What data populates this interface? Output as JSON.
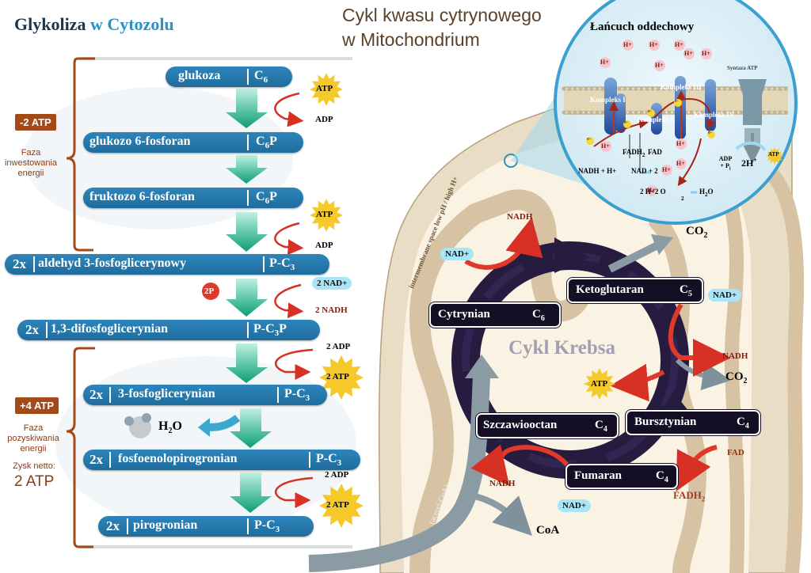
{
  "titles": {
    "glycolysis_prefix": "Glykoliza",
    "glycolysis_w": "w",
    "glycolysis_cytozol": "Cytozolu",
    "krebs_line1": "Cykl kwasu cytrynowego",
    "krebs_line2": "w  Mitochondrium"
  },
  "glycolysis": {
    "steps": [
      {
        "name": "glukoza",
        "formula": "C",
        "sub": "6",
        "suffix": ""
      },
      {
        "name": "glukozo 6-fosforan",
        "formula": "C",
        "sub": "6",
        "suffix": "P"
      },
      {
        "name": "fruktozo 6-fosforan",
        "formula": "C",
        "sub": "6",
        "suffix": "P"
      },
      {
        "mult": "2x",
        "name": "aldehyd 3-fosfoglicerynowy",
        "formula": "P-C",
        "sub": "3",
        "suffix": ""
      },
      {
        "mult": "2x",
        "name": "1,3-difosfoglicerynian",
        "formula": "P-C",
        "sub": "3",
        "suffix": "P"
      },
      {
        "mult": "2x",
        "name": "3-fosfoglicerynian",
        "formula": "P-C",
        "sub": "3",
        "suffix": ""
      },
      {
        "mult": "2x",
        "name": "fosfoenolopirogronian",
        "formula": "P-C",
        "sub": "3",
        "suffix": ""
      },
      {
        "mult": "2x",
        "name": "pirogronian",
        "formula": "P-C",
        "sub": "3",
        "suffix": ""
      }
    ],
    "invest": {
      "badge": "-2 ATP",
      "label_lines": [
        "Faza",
        "inwestowania",
        "energii"
      ]
    },
    "payoff": {
      "badge": "+4 ATP",
      "label_lines": [
        "Faza",
        "pozyskiwania",
        "energii"
      ],
      "net_label": "Zysk netto:",
      "net_value": "2 ATP"
    },
    "side": {
      "atp": "ATP",
      "adp": "ADP",
      "nad_2": "2 NAD+",
      "nadh_2": "2 NADH",
      "p2": "2P",
      "adp_2": "2 ADP",
      "atp_2": "2 ATP",
      "h2o_h": "H",
      "h2o_sub": "2",
      "h2o_o": "O"
    }
  },
  "krebs": {
    "cycle_label": "Cykl Krebsa",
    "nodes": [
      {
        "name": "Cytrynian",
        "c": "C",
        "sub": "6"
      },
      {
        "name": "Ketoglutaran",
        "c": "C",
        "sub": "5"
      },
      {
        "name": "Bursztynian",
        "c": "C",
        "sub": "4"
      },
      {
        "name": "Fumaran",
        "c": "C",
        "sub": "4"
      },
      {
        "name": "Szczawiooctan",
        "c": "C",
        "sub": "4"
      }
    ],
    "labels": {
      "nadh": "NADH",
      "nad_plus": "NAD+",
      "co2_main": "CO",
      "co2_sub": "2",
      "atp": "ATP",
      "fad": "FAD",
      "fadh2_main": "FADH",
      "fadh2_sub": "2",
      "coa": "CoA",
      "acetyl_coa": "(acetyl-CoA)",
      "intermembrane": "intermembrane space low pH / high H+"
    }
  },
  "etc": {
    "title": "Łańcuch oddechowy",
    "h_plus": "H+",
    "kompleks_1": "Kompleks I",
    "kompleks_3": "Kompleks III",
    "kompleks_4": "Kompleks IV",
    "synthase": "Syntaza ATP",
    "fadh2_main": "FADH",
    "fadh2_sub": "2",
    "fad": "FAD",
    "nadh_h": "NADH + H+",
    "nad_2": "NAD + 2",
    "h2o": "2 H+2 O",
    "h2o_out_main": "H",
    "h2o_out_sub": "2",
    "h2o_out_o": "O",
    "adp_pi": "ADP + P",
    "pi_sub": "i",
    "two_h": "2H",
    "two_h_sup": "+",
    "atp": "ATP",
    "electron": "e-",
    "sub2": "2"
  },
  "colors": {
    "bar_blue": "#2478ae",
    "arrow_green": "#12a57b",
    "reaction_red": "#d83024",
    "atp_yellow": "#f6c92b",
    "invest_brown": "#a34a18",
    "krebs_dark": "#150f26",
    "mito_tan": "#d7c3a3",
    "nad_cyan": "#a9e5f7",
    "etc_bg": "#d6eef8"
  }
}
